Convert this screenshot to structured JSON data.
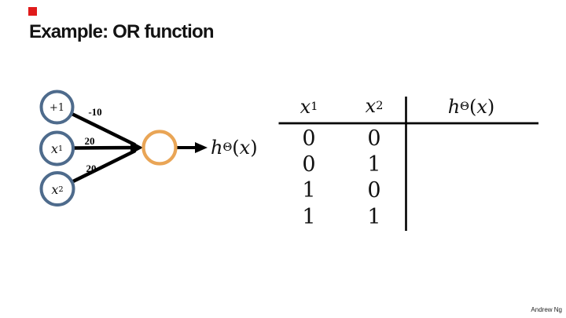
{
  "slide": {
    "title": "Example: OR function",
    "credit": "Andrew Ng",
    "background_color": "#ffffff"
  },
  "annotation_marker": {
    "shape": "red-square",
    "color": "#e01b1b"
  },
  "network": {
    "nodes": {
      "bias": {
        "label": "+1"
      },
      "x1": {
        "base": "x",
        "sub": "1"
      },
      "x2": {
        "base": "x",
        "sub": "2"
      }
    },
    "weights": {
      "bias_to_output": "-10",
      "x1_to_output": "20",
      "x2_to_output": "20"
    },
    "output_label": {
      "base": "h",
      "sub": "Θ",
      "open": "(",
      "arg": "x",
      "close": ")"
    },
    "colors": {
      "input_node_stroke": "#4e6b8c",
      "output_node_stroke": "#e9a556",
      "edge": "#000000"
    }
  },
  "truth_table": {
    "headers": {
      "col1": {
        "base": "x",
        "sub": "1"
      },
      "col2": {
        "base": "x",
        "sub": "2"
      },
      "col3": {
        "base": "h",
        "sub": "Θ",
        "open": "(",
        "arg": "x",
        "close": ")"
      }
    },
    "rows": [
      [
        "0",
        "0"
      ],
      [
        "0",
        "1"
      ],
      [
        "1",
        "0"
      ],
      [
        "1",
        "1"
      ]
    ]
  }
}
